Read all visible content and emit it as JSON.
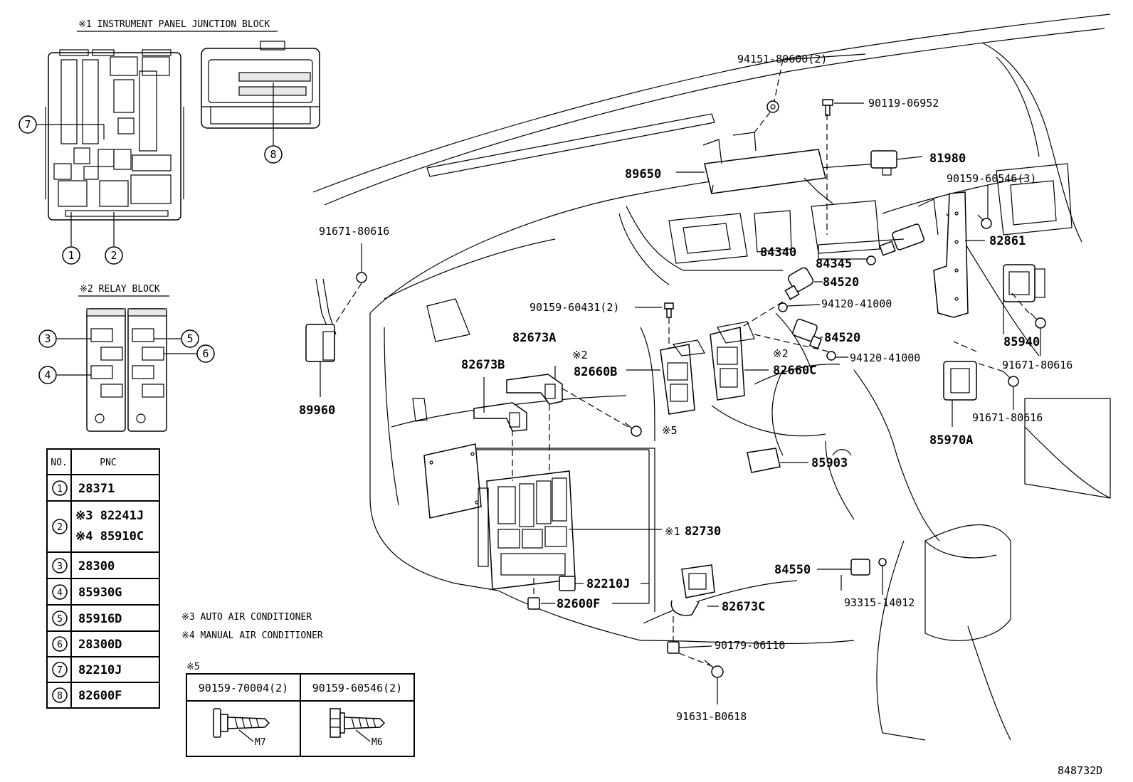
{
  "headings": {
    "jb_title": "※1 INSTRUMENT PANEL JUNCTION BLOCK",
    "relay_title": "※2 RELAY BLOCK"
  },
  "legend_table": {
    "col_no": "NO.",
    "col_pnc": "PNC",
    "rows": [
      {
        "no": "1",
        "lines": [
          "28371"
        ]
      },
      {
        "no": "2",
        "lines": [
          "※3 82241J",
          "※4 85910C"
        ]
      },
      {
        "no": "3",
        "lines": [
          "28300"
        ]
      },
      {
        "no": "4",
        "lines": [
          "85930G"
        ]
      },
      {
        "no": "5",
        "lines": [
          "85916D"
        ]
      },
      {
        "no": "6",
        "lines": [
          "28300D"
        ]
      },
      {
        "no": "7",
        "lines": [
          "82210J"
        ]
      },
      {
        "no": "8",
        "lines": [
          "82600F"
        ]
      }
    ]
  },
  "notes": {
    "note3": "※3 AUTO AIR CONDITIONER",
    "note4": "※4 MANUAL AIR CONDITIONER",
    "note5": "※5"
  },
  "bolt_table": {
    "col1": "90159-70004(2)",
    "col2": "90159-60546(2)",
    "size1": "M7",
    "size2": "M6"
  },
  "callouts": {
    "c1": "1",
    "c2": "2",
    "c3": "3",
    "c4": "4",
    "c5": "5",
    "c6": "6",
    "c7": "7",
    "c8": "8"
  },
  "part_labels": {
    "p94151": "94151-80600(2)",
    "p90119": "90119-06952",
    "p81980": "81980",
    "p89650": "89650",
    "p90159_3": "90159-60546(3)",
    "p82861": "82861",
    "p91671_top": "91671-80616",
    "p84340": "84340",
    "p84345": "84345",
    "p84520_a": "84520",
    "p94120_a": "94120-41000",
    "p90159_2": "90159-60431(2)",
    "p84520_b": "84520",
    "p82673A": "82673A",
    "x2a": "※2",
    "p82673B": "82673B",
    "p82660B": "82660B",
    "x2b": "※2",
    "p82660C": "82660C",
    "p94120_b": "94120-41000",
    "p85940": "85940",
    "p91671_r1": "91671-80616",
    "p89960": "89960",
    "x5": "※5",
    "p91671_r2": "91671-80616",
    "p85970A": "85970A",
    "p85903": "85903",
    "p82730_pre": "※1",
    "p82730": "82730",
    "p84550": "84550",
    "p82210J": "82210J",
    "p82600F": "82600F",
    "p82673C": "82673C",
    "p93315": "93315-14012",
    "p90179": "90179-06110",
    "p91631": "91631-B0618",
    "drawing_no": "848732D"
  }
}
